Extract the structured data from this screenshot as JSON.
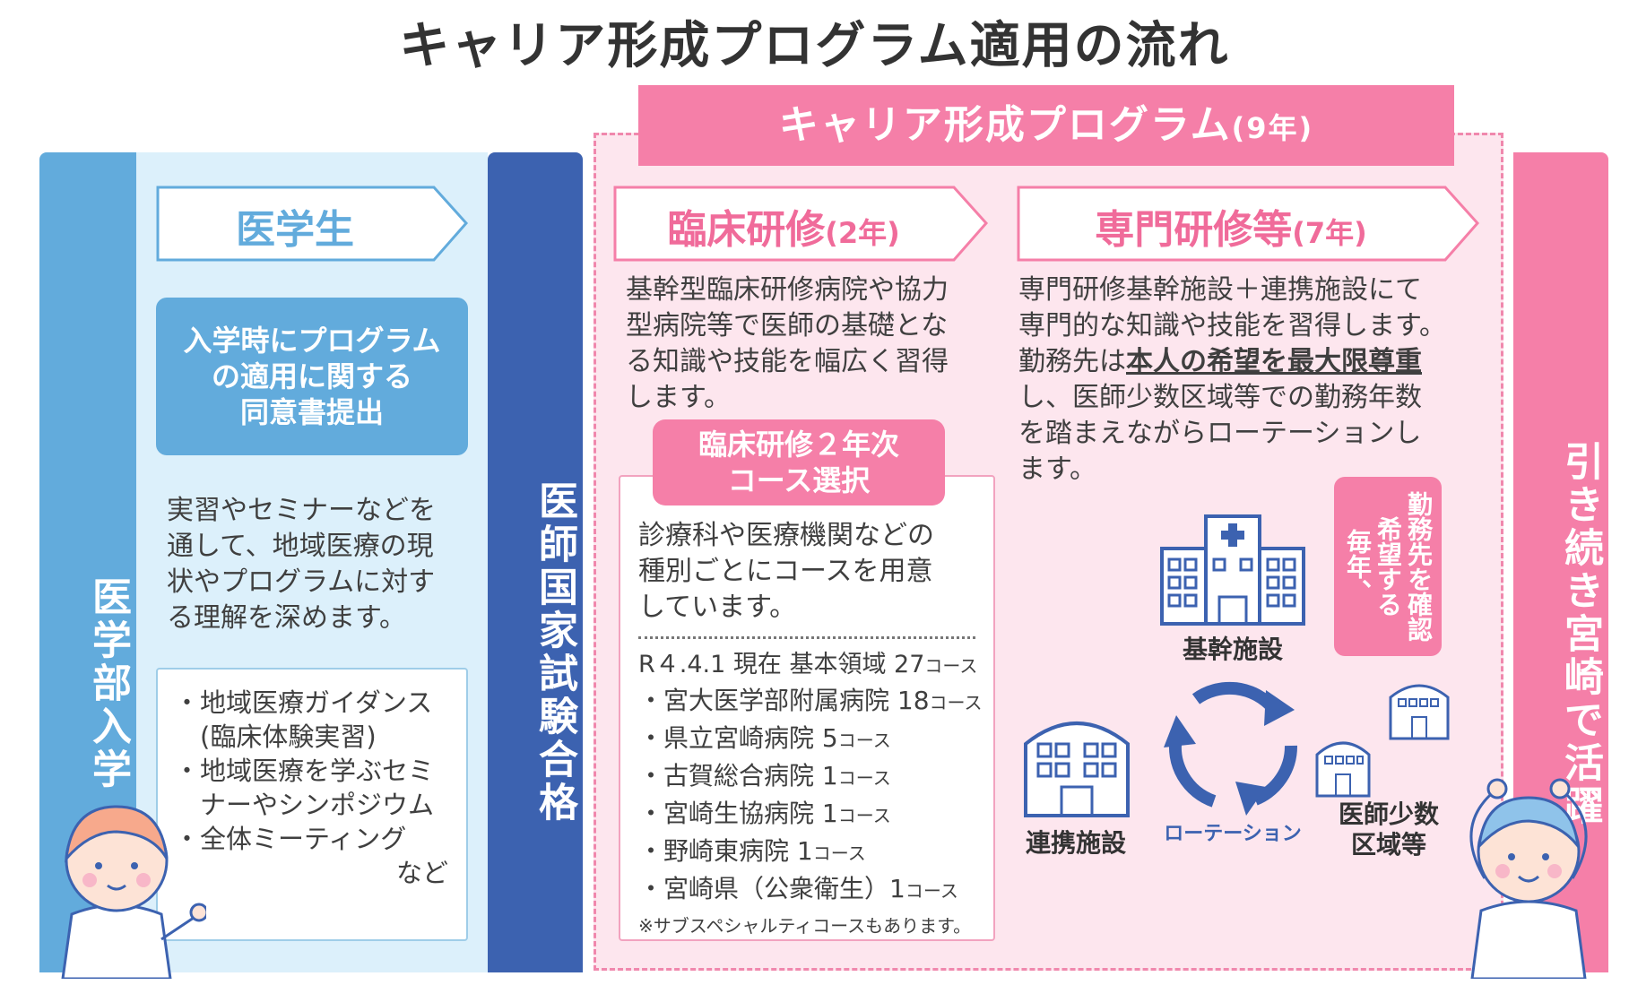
{
  "title": "キャリア形成プログラム適用の流れ",
  "colors": {
    "blue_light": "#dcf0fb",
    "blue_mid": "#62abdc",
    "blue_dark": "#3c62b0",
    "pink_light": "#fde6ee",
    "pink": "#f57fa8"
  },
  "entry_label": "医学部入学",
  "exam_label": "医師国家試験合格",
  "active_label": "引き続き宮崎で活躍",
  "program_banner": {
    "label": "キャリア形成プログラム",
    "duration": "(9年)"
  },
  "student": {
    "header": "医学生",
    "consent": [
      "入学時にプログラム",
      "の適用に関する",
      "同意書提出"
    ],
    "description": [
      "実習やセミナーなどを",
      "通して、地域医療の現",
      "状やプログラムに対す",
      "る理解を深めます。"
    ],
    "activities": [
      "・地域医療ガイダンス",
      "　(臨床体験実習)",
      "・地域医療を学ぶセミ",
      "　ナーやシンポジウム",
      "・全体ミーティング"
    ],
    "activities_etc": "など"
  },
  "clinical": {
    "header": "臨床研修",
    "duration": "(2年)",
    "description": [
      "基幹型臨床研修病院や協力",
      "型病院等で医師の基礎とな",
      "る知識や技能を幅広く習得",
      "します。"
    ],
    "course_tag": [
      "臨床研修２年次",
      "コース選択"
    ],
    "course_desc": [
      "診療科や医療機関などの",
      "種別ごとにコースを用意",
      "しています。"
    ],
    "course_heading": {
      "text": "R４.4.1 現在 基本領域 27",
      "unit": "コース"
    },
    "courses": [
      {
        "name": "・宮大医学部附属病院 18",
        "unit": "コース"
      },
      {
        "name": "・県立宮崎病院 5",
        "unit": "コース"
      },
      {
        "name": "・古賀総合病院 1",
        "unit": "コース"
      },
      {
        "name": "・宮崎生協病院 1",
        "unit": "コース"
      },
      {
        "name": "・野崎東病院 1",
        "unit": "コース"
      },
      {
        "name": "・宮崎県（公衆衛生）1",
        "unit": "コース"
      }
    ],
    "note": "※サブスペシャルティコースもあります。"
  },
  "specialist": {
    "header": "専門研修等",
    "duration": "(7年)",
    "line1": "専門研修基幹施設＋連携施設にて",
    "line2": "専門的な知識や技能を習得します。",
    "line3_pre": "勤務先は",
    "line3_em": "本人の希望を最大限尊重",
    "line4": "し、医師少数区域等での勤務年数",
    "line5": "を踏まえながらローテーションし",
    "line6": "ます。",
    "confirm": [
      "毎年、",
      "希望する",
      "勤務先を確認"
    ],
    "facilities": {
      "core": "基幹施設",
      "partner": "連携施設",
      "shortage": [
        "医師少数",
        "区域等"
      ],
      "rotation": "ローテーション"
    }
  }
}
